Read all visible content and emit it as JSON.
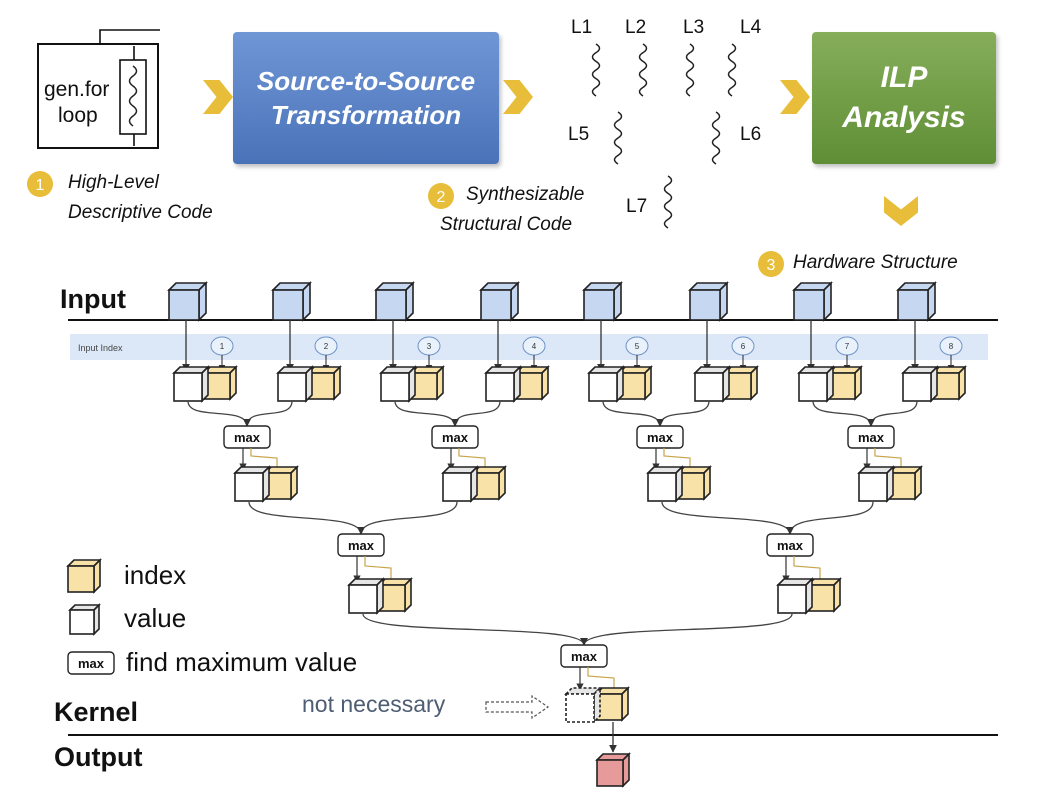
{
  "top": {
    "loop_box": {
      "line1": "gen.for",
      "line2": "loop"
    },
    "transform_box": {
      "title": "Source-to-Source\nTransformation"
    },
    "ilp_box": {
      "title": "ILP\nAnalysis"
    },
    "loops": [
      "L1",
      "L2",
      "L3",
      "L4",
      "L5",
      "L6",
      "L7"
    ],
    "steps": [
      {
        "number": "1",
        "line1": "High-Level",
        "line2": "Descriptive Code"
      },
      {
        "number": "2",
        "line1": "Synthesizable",
        "line2": "Structural Code"
      },
      {
        "number": "3",
        "line1": "Hardware Structure"
      }
    ]
  },
  "diagram": {
    "input_label": "Input",
    "input_index_label": "Input Index",
    "index_numbers": [
      "1",
      "2",
      "3",
      "4",
      "5",
      "6",
      "7",
      "8"
    ],
    "max_label": "max",
    "kernel_label": "Kernel",
    "output_label": "Output",
    "not_necessary": "not necessary"
  },
  "legend": {
    "index": "index",
    "value": "value",
    "max_icon": "max",
    "max_desc": "find maximum value"
  },
  "colors": {
    "blue_box": "#5a82c6",
    "green_box": "#6f9c45",
    "arrow_gold": "#e8bd3a",
    "input_cube": "#c6d7f2",
    "index_cube": "#f8e2a8",
    "output_cube": "#e79a9a",
    "index_band": "#dce8f7",
    "text_gray": "#4e5d72"
  }
}
